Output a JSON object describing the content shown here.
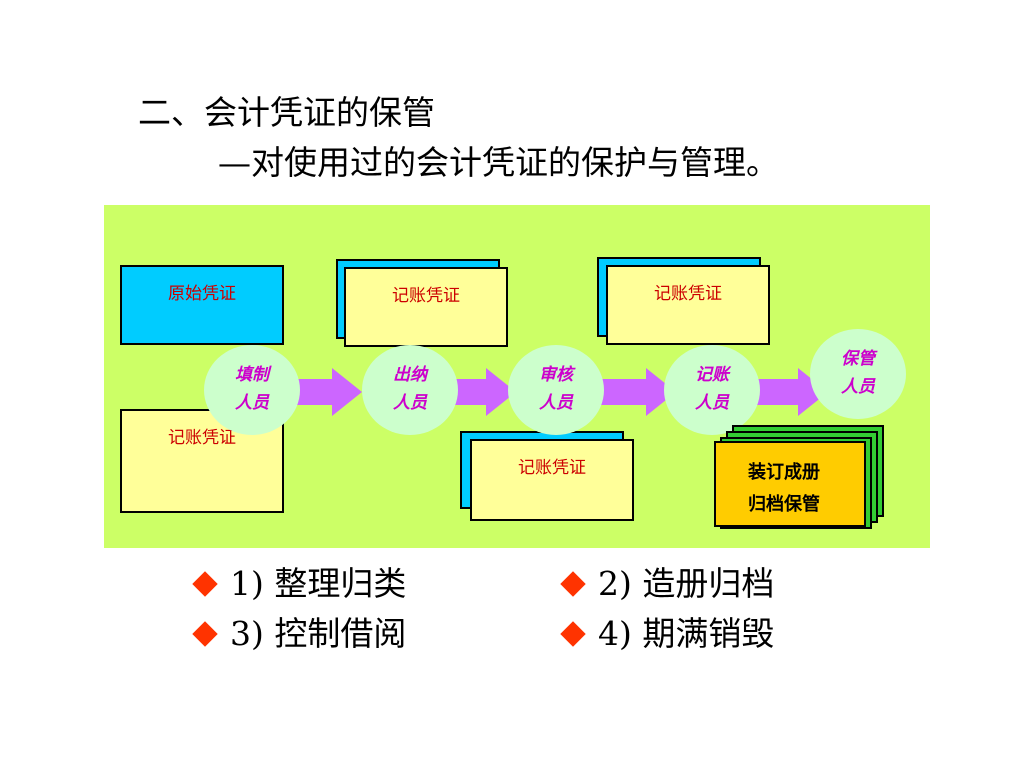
{
  "title": "二、会计凭证的保管",
  "subtitle": "—对使用过的会计凭证的保护与管理。",
  "diagram": {
    "boxes": {
      "original_voucher": "原始凭证",
      "accounting_voucher_1": "记账凭证",
      "accounting_voucher_2": "记账凭证",
      "accounting_voucher_3": "记账凭证",
      "accounting_voucher_4": "记账凭证"
    },
    "circles": {
      "preparer_1": "填制",
      "preparer_2": "人员",
      "cashier_1": "出纳",
      "cashier_2": "人员",
      "auditor_1": "审核",
      "auditor_2": "人员",
      "bookkeeper_1": "记账",
      "bookkeeper_2": "人员",
      "custodian_1": "保管",
      "custodian_2": "人员"
    },
    "archive": {
      "line1": "装订成册",
      "line2": "归档保管"
    },
    "colors": {
      "background": "#ccff66",
      "blue_box": "#00ccff",
      "yellow_box": "#ffff99",
      "circle": "#ccffcc",
      "arrow": "#cc66ff",
      "archive": "#ffcc00",
      "bullet": "#ff3300"
    }
  },
  "bullets": [
    "1) 整理归类",
    "2) 造册归档",
    "3) 控制借阅",
    "4) 期满销毁"
  ]
}
